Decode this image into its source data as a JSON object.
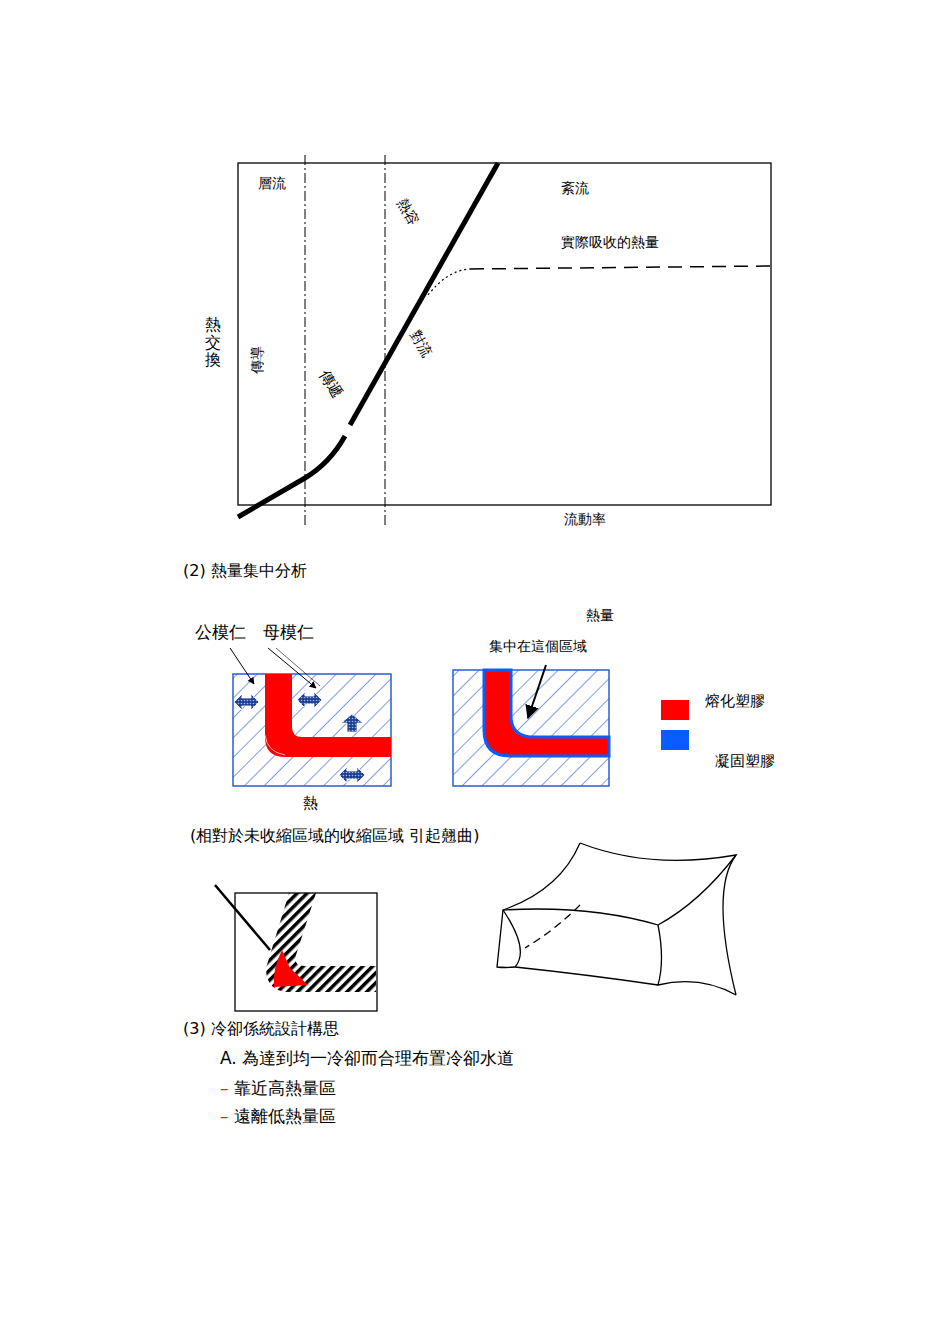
{
  "diagram": {
    "labels": [
      "層流",
      "紊流",
      "熱容",
      "實際吸收的熱量",
      "熱交換",
      "傳導",
      "傳遞",
      "對流",
      "流動率",
      "(2) 熱量集中分析",
      "公模仁",
      "母模仁",
      "熱量",
      "集中在這個區域",
      "熱",
      "(相對於未收縮區域的收縮區域 引起翹曲)",
      "(3) 冷卻係統設計構思",
      "A. 為達到均一冷卻而合理布置冷卻水道",
      "– 靠近高熱量區",
      "– 遠離低熱量區"
    ],
    "legend": [
      {
        "text": "熔化塑膠",
        "color": "#ff0000"
      },
      {
        "text": "凝固塑膠",
        "color": "#0a5cff"
      }
    ]
  }
}
